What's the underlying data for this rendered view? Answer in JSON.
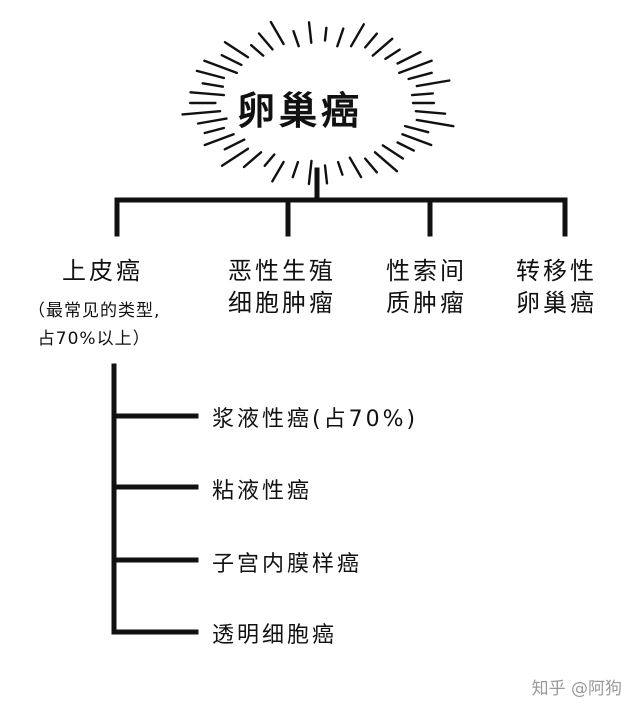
{
  "title": "卵巢癌",
  "categories": [
    {
      "line1": "上皮癌",
      "line2": ""
    },
    {
      "line1": "恶性生殖",
      "line2": "细胞肿瘤"
    },
    {
      "line1": "性索间",
      "line2": "质肿瘤"
    },
    {
      "line1": "转移性",
      "line2": "卵巢癌"
    }
  ],
  "epithelial_note": {
    "line1": "（最常见的类型,",
    "line2": "占70%以上）"
  },
  "subtypes": [
    "浆液性癌(占70%)",
    "粘液性癌",
    "子宫内膜样癌",
    "透明细胞癌"
  ],
  "watermark": "知乎 @阿狗",
  "colors": {
    "ink": "#111111",
    "watermark": "#9a9a9a",
    "background": "#ffffff"
  }
}
